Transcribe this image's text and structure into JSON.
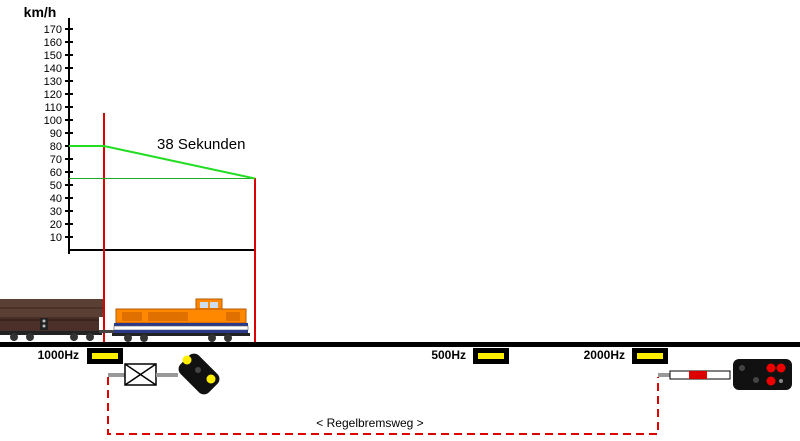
{
  "chart_data": {
    "type": "line",
    "ylabel": "km/h",
    "ylim": [
      0,
      170
    ],
    "y_ticks": [
      10,
      20,
      30,
      40,
      50,
      60,
      70,
      80,
      90,
      100,
      110,
      120,
      130,
      140,
      150,
      160,
      170
    ],
    "series": [
      {
        "points": [
          {
            "speed": 80
          },
          {
            "speed": 80
          },
          {
            "speed": 55
          }
        ]
      }
    ],
    "annotation": "38 Sekunden",
    "target_speed": 55,
    "colors": {
      "axis": "#000000",
      "curve": "#22dd22",
      "markers": "#dd0000"
    }
  },
  "magnets": [
    {
      "label": "1000Hz"
    },
    {
      "label": "500Hz"
    },
    {
      "label": "2000Hz"
    }
  ],
  "braking_label": "< Regelbremsweg >",
  "icons": [
    "freight-wagon-icon",
    "locomotive-icon",
    "crossing-icon",
    "distant-signal-icon",
    "barrier-icon",
    "main-signal-icon"
  ]
}
